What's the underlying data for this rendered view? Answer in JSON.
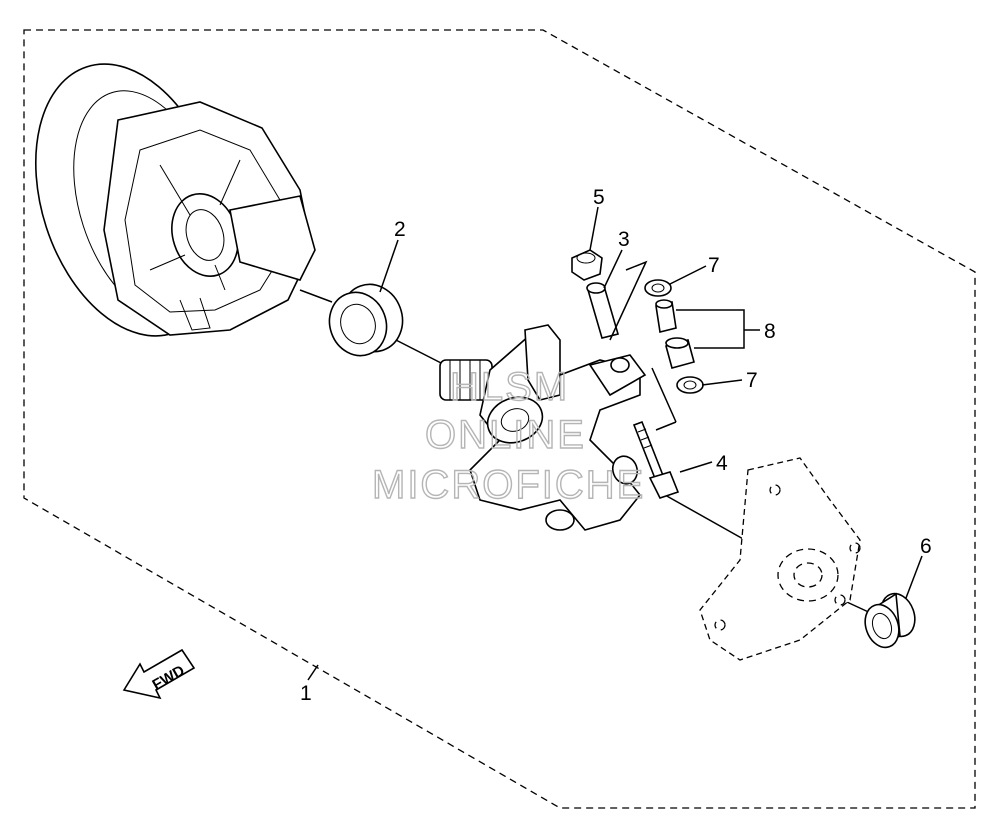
{
  "diagram": {
    "callouts": [
      {
        "id": "c1",
        "label": "1"
      },
      {
        "id": "c2",
        "label": "2"
      },
      {
        "id": "c3",
        "label": "3"
      },
      {
        "id": "c4",
        "label": "4"
      },
      {
        "id": "c5",
        "label": "5"
      },
      {
        "id": "c6",
        "label": "6"
      },
      {
        "id": "c7a",
        "label": "7"
      },
      {
        "id": "c7b",
        "label": "7"
      },
      {
        "id": "c8",
        "label": "8"
      }
    ],
    "forward_arrow_label": "FWD",
    "watermark": [
      "HLSM",
      "ONLINE",
      "MICROFICHE"
    ]
  }
}
